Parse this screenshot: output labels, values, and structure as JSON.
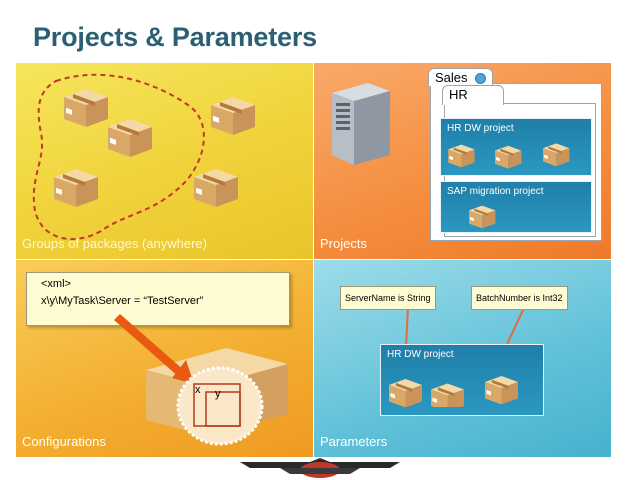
{
  "slide": {
    "title": "Projects & Parameters"
  },
  "quadrants": {
    "packages": {
      "label": "Groups of packages (anywhere)"
    },
    "projects": {
      "label": "Projects",
      "folders": {
        "outer": "Sales",
        "inner": "HR"
      },
      "project_items": [
        "HR DW project",
        "SAP migration project"
      ]
    },
    "configurations": {
      "label": "Configurations",
      "xml_lines": [
        "<xml>",
        "x\\y\\MyTask\\Server = “TestServer”"
      ],
      "diagram_letters": {
        "x": "x",
        "y": "y"
      }
    },
    "parameters": {
      "label": "Parameters",
      "param_notes": [
        "ServerName is String",
        "BatchNumber is Int32"
      ],
      "project": "HR DW project"
    }
  },
  "colors": {
    "title": "#2b5f73",
    "packages_bg": "#f0d23a",
    "projects_bg": "#f48c3c",
    "configurations_bg": "#f3ad2e",
    "parameters_bg": "#61c1d8",
    "project_box": "#1f7fa8"
  },
  "icons": [
    "package-box-icon",
    "server-icon",
    "lock-icon",
    "arrow-icon"
  ]
}
